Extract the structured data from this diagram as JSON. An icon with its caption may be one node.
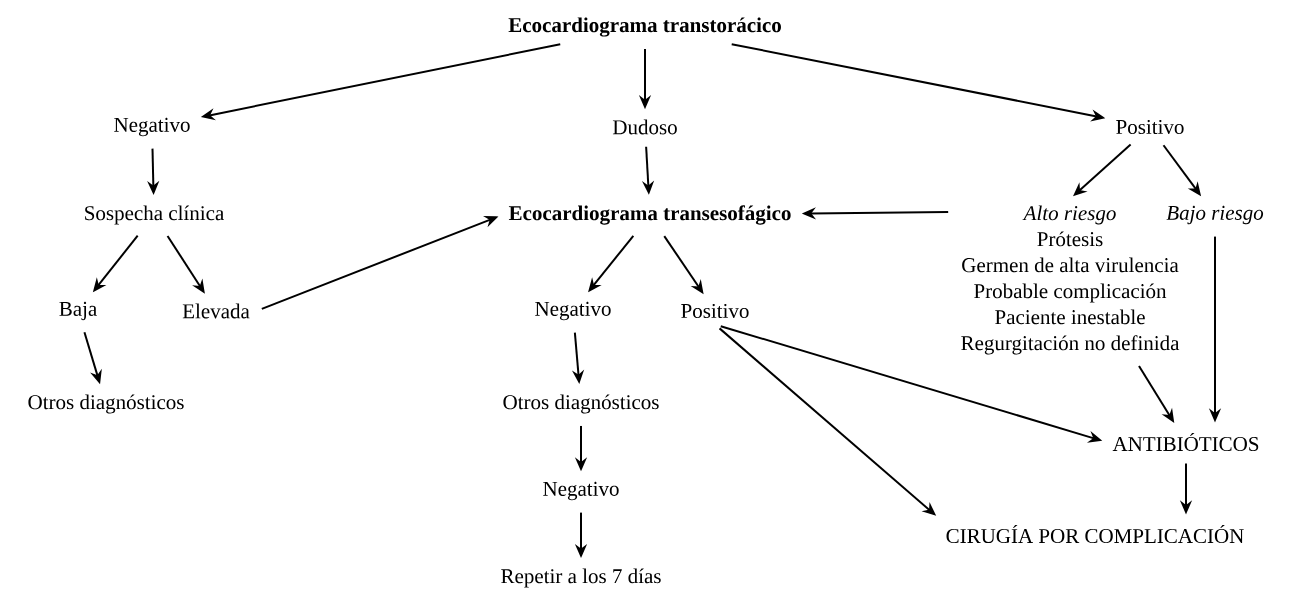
{
  "diagram": {
    "nodes": [
      {
        "text": [
          "Ecocardiograma transtorácico"
        ]
      },
      {
        "text": [
          "Negativo"
        ]
      },
      {
        "text": [
          "Dudoso"
        ]
      },
      {
        "text": [
          "Positivo"
        ]
      },
      {
        "text": [
          "Sospecha clínica"
        ]
      },
      {
        "text": [
          "Ecocardiograma transesofágico"
        ]
      },
      {
        "text": [
          "Alto riesgo",
          "Prótesis",
          "Germen de alta virulencia",
          "Probable complicación",
          "Paciente inestable",
          "Regurgitación no definida"
        ]
      },
      {
        "text": [
          "Bajo riesgo"
        ]
      },
      {
        "text": [
          "Baja"
        ]
      },
      {
        "text": [
          "Elevada"
        ]
      },
      {
        "text": [
          "Negativo"
        ]
      },
      {
        "text": [
          "Positivo"
        ]
      },
      {
        "text": [
          "Otros diagnósticos"
        ]
      },
      {
        "text": [
          "Otros diagnósticos"
        ]
      },
      {
        "text": [
          "ANTIBIÓTICOS"
        ]
      },
      {
        "text": [
          "Negativo"
        ]
      },
      {
        "text": [
          "CIRUGÍA POR COMPLICACIÓN"
        ]
      },
      {
        "text": [
          "Repetir a los 7 días"
        ]
      }
    ],
    "edges": [
      {
        "from": 0,
        "to": 1,
        "arrow": "to"
      },
      {
        "from": 0,
        "to": 2,
        "arrow": "to"
      },
      {
        "from": 0,
        "to": 3,
        "arrow": "to"
      },
      {
        "from": 1,
        "to": 4,
        "arrow": "to"
      },
      {
        "from": 2,
        "to": 5,
        "arrow": "to"
      },
      {
        "from": 3,
        "to": 6,
        "arrow": "to"
      },
      {
        "from": 3,
        "to": 7,
        "arrow": "to"
      },
      {
        "from": 4,
        "to": 8,
        "arrow": "to"
      },
      {
        "from": 4,
        "to": 9,
        "arrow": "to"
      },
      {
        "from": 9,
        "to": 5,
        "arrow": "to"
      },
      {
        "from": 6,
        "to": 5,
        "arrow": "to"
      },
      {
        "from": 5,
        "to": 10,
        "arrow": "to"
      },
      {
        "from": 5,
        "to": 11,
        "arrow": "to"
      },
      {
        "from": 8,
        "to": 12,
        "arrow": "to"
      },
      {
        "from": 10,
        "to": 13,
        "arrow": "to"
      },
      {
        "from": 13,
        "to": 15,
        "arrow": "to"
      },
      {
        "from": 15,
        "to": 17,
        "arrow": "to"
      },
      {
        "from": 11,
        "to": 14,
        "arrow": "to"
      },
      {
        "from": 11,
        "to": 16,
        "arrow": "to"
      },
      {
        "from": 6,
        "to": 14,
        "arrow": "to"
      },
      {
        "from": 7,
        "to": 14,
        "arrow": "to"
      },
      {
        "from": 14,
        "to": 16,
        "arrow": "to"
      }
    ]
  }
}
